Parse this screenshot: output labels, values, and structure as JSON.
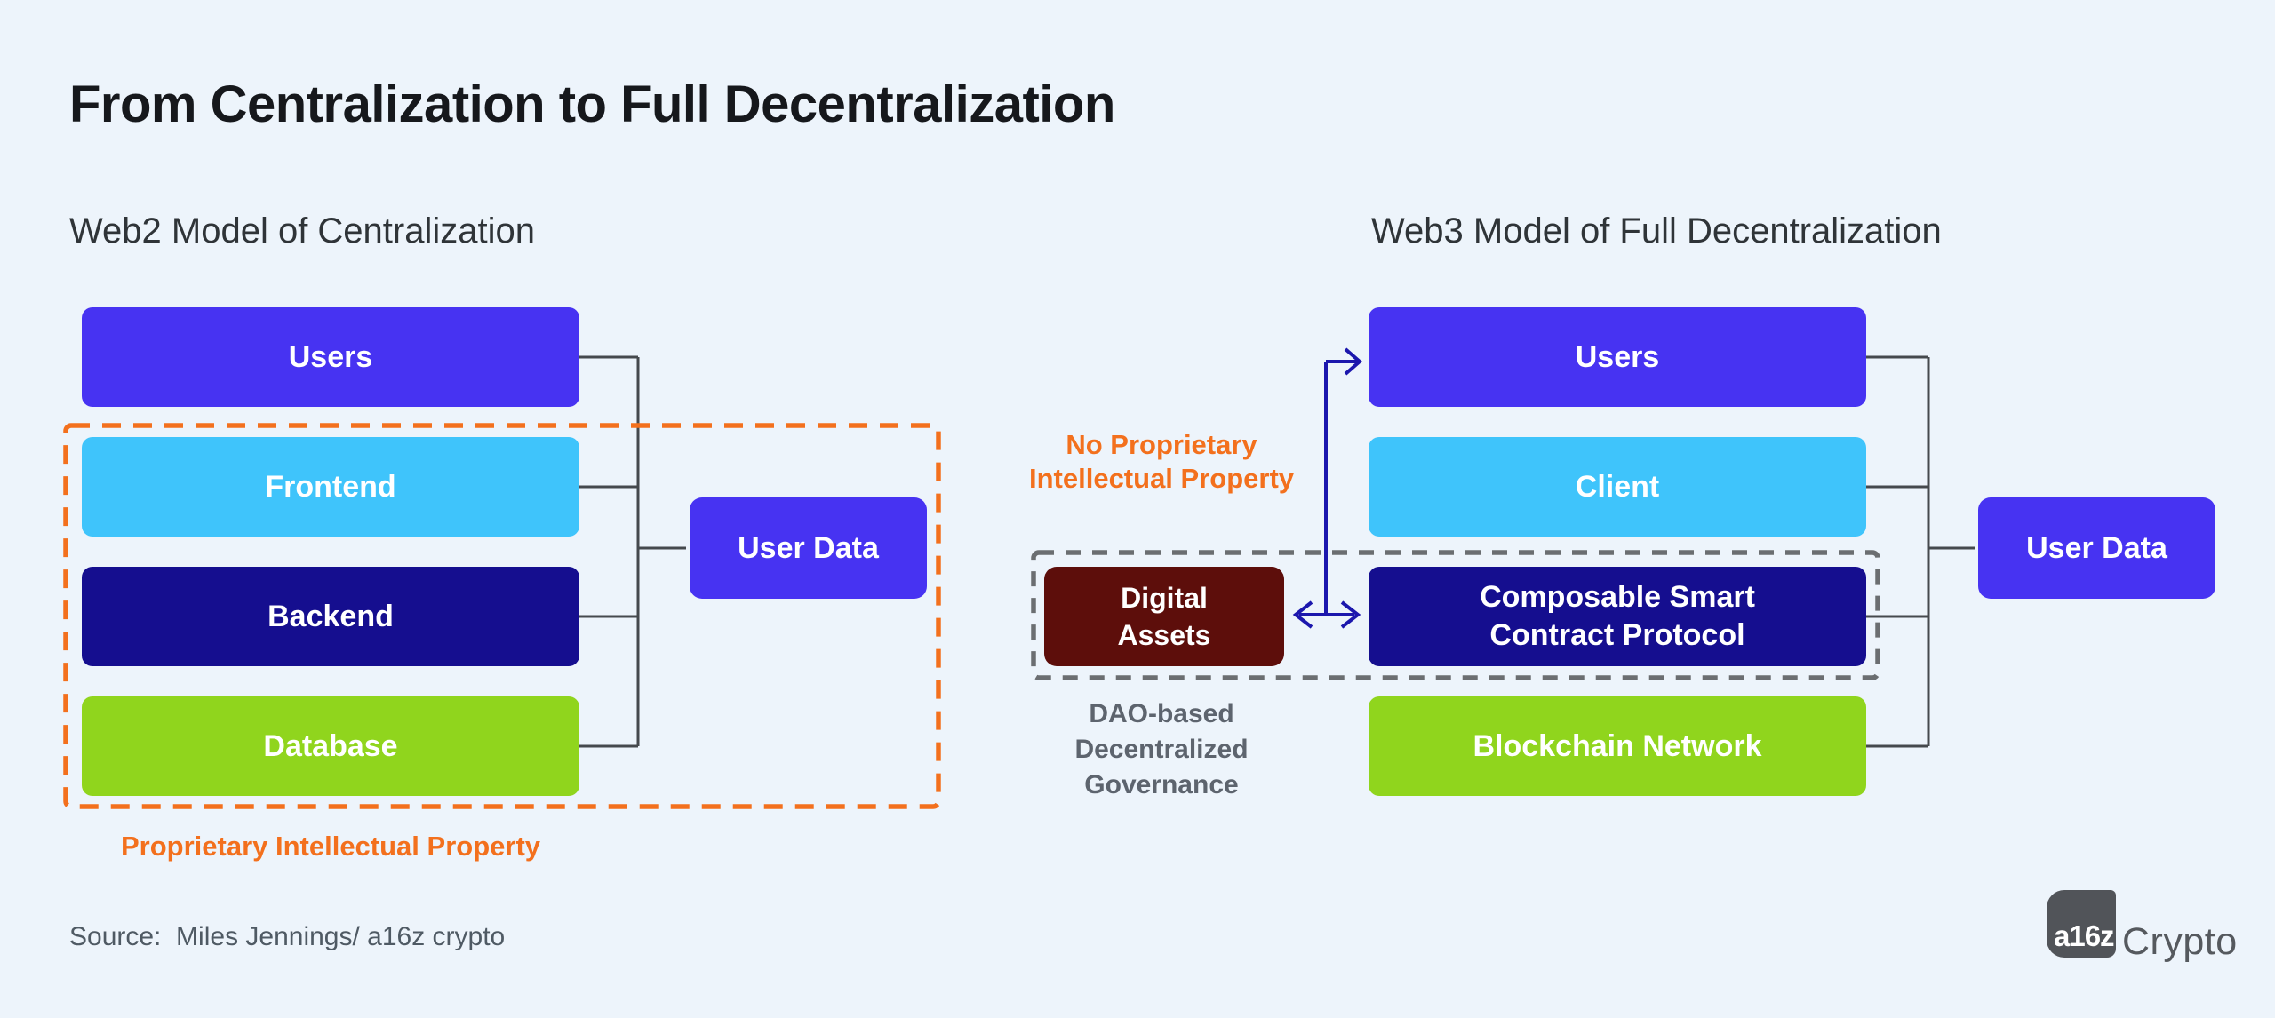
{
  "title": "From Centralization to Full Decentralization",
  "web2": {
    "heading": "Web2 Model of Centralization",
    "stack": [
      {
        "label": "Users",
        "color": "#4733f2"
      },
      {
        "label": "Frontend",
        "color": "#3fc4fb"
      },
      {
        "label": "Backend",
        "color": "#150e8f"
      },
      {
        "label": "Database",
        "color": "#90d51d"
      }
    ],
    "user_data": {
      "label": "User Data",
      "color": "#4733f2"
    },
    "ip_label": "Proprietary Intellectual Property"
  },
  "web3": {
    "heading": "Web3 Model of Full Decentralization",
    "stack": [
      {
        "label": "Users",
        "color": "#4733f2"
      },
      {
        "label": "Client",
        "color": "#3fc4fb"
      },
      {
        "label": "Composable Smart\nContract Protocol",
        "color": "#150e8f"
      },
      {
        "label": "Blockchain Network",
        "color": "#90d51d"
      }
    ],
    "digital_assets": {
      "label": "Digital\nAssets",
      "color": "#5d0e0b"
    },
    "no_ip_label": "No Proprietary\nIntellectual Property",
    "dao_label": "DAO-based\nDecentralized\nGovernance",
    "user_data": {
      "label": "User Data",
      "color": "#4733f2"
    }
  },
  "source": "Source:  Miles Jennings/ a16z crypto",
  "logo": {
    "mark": "a16z",
    "name": "Crypto"
  },
  "colors": {
    "background": "#edf4fb",
    "accent_purple": "#4733f2",
    "accent_cyan": "#3fc4fb",
    "accent_navy": "#150e8f",
    "accent_green": "#90d51d",
    "accent_maroon": "#5d0e0b",
    "accent_orange": "#f3701d",
    "dashed_gray": "#6b6e71",
    "connector_gray": "#45494d",
    "arrow_navy": "#1c17ad",
    "logo_gray": "#515459"
  }
}
